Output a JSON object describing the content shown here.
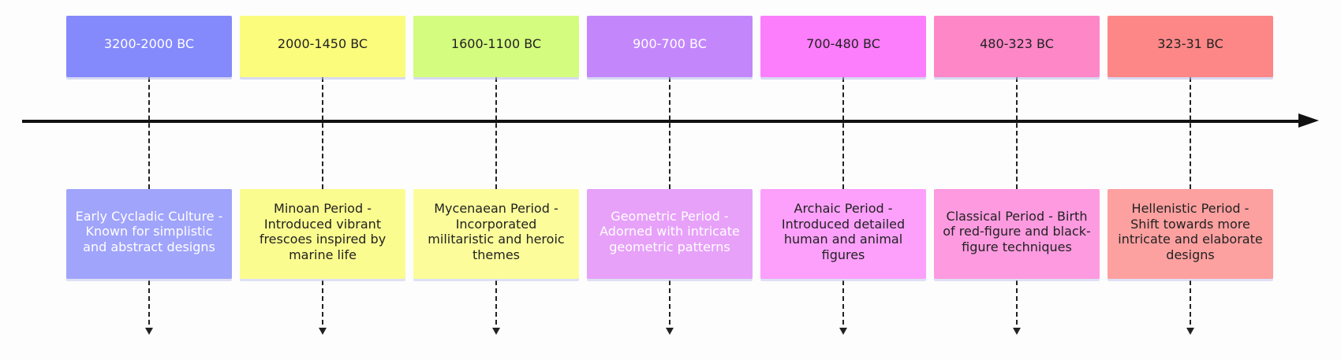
{
  "timeline": {
    "entries": [
      {
        "period": "3200-2000 BC",
        "description": "Early Cycladic Culture - Known for simplistic and abstract designs",
        "period_color": "#8489fb",
        "event_color": "#a0a4fb",
        "period_text_color": "#ffffff",
        "event_text_color": "#ffffff"
      },
      {
        "period": "2000-1450 BC",
        "description": "Minoan Period - Introduced vibrant frescoes inspired by marine life",
        "period_color": "#fbfc7c",
        "event_color": "#fbfc8f",
        "period_text_color": "#222222",
        "event_text_color": "#222222"
      },
      {
        "period": "1600-1100 BC",
        "description": "Mycenaean Period - Incorporated militaristic and heroic themes",
        "period_color": "#d4fc7e",
        "event_color": "#fcfd9a",
        "period_text_color": "#222222",
        "event_text_color": "#222222"
      },
      {
        "period": "900-700 BC",
        "description": "Geometric Period - Adorned with intricate geometric patterns",
        "period_color": "#c387fb",
        "event_color": "#e7a1f9",
        "period_text_color": "#ffffff",
        "event_text_color": "#ffffff"
      },
      {
        "period": "700-480 BC",
        "description": "Archaic Period - Introduced detailed human and animal figures",
        "period_color": "#fd7efc",
        "event_color": "#fca0fb",
        "period_text_color": "#222222",
        "event_text_color": "#222222"
      },
      {
        "period": "480-323 BC",
        "description": "Classical Period - Birth of red-figure and black-figure techniques",
        "period_color": "#fd87c7",
        "event_color": "#fd9ae0",
        "period_text_color": "#222222",
        "event_text_color": "#222222"
      },
      {
        "period": "323-31 BC",
        "description": "Hellenistic Period - Shift towards more intricate and elaborate designs",
        "period_color": "#fd8787",
        "event_color": "#fda0a0",
        "period_text_color": "#222222",
        "event_text_color": "#222222"
      }
    ]
  }
}
